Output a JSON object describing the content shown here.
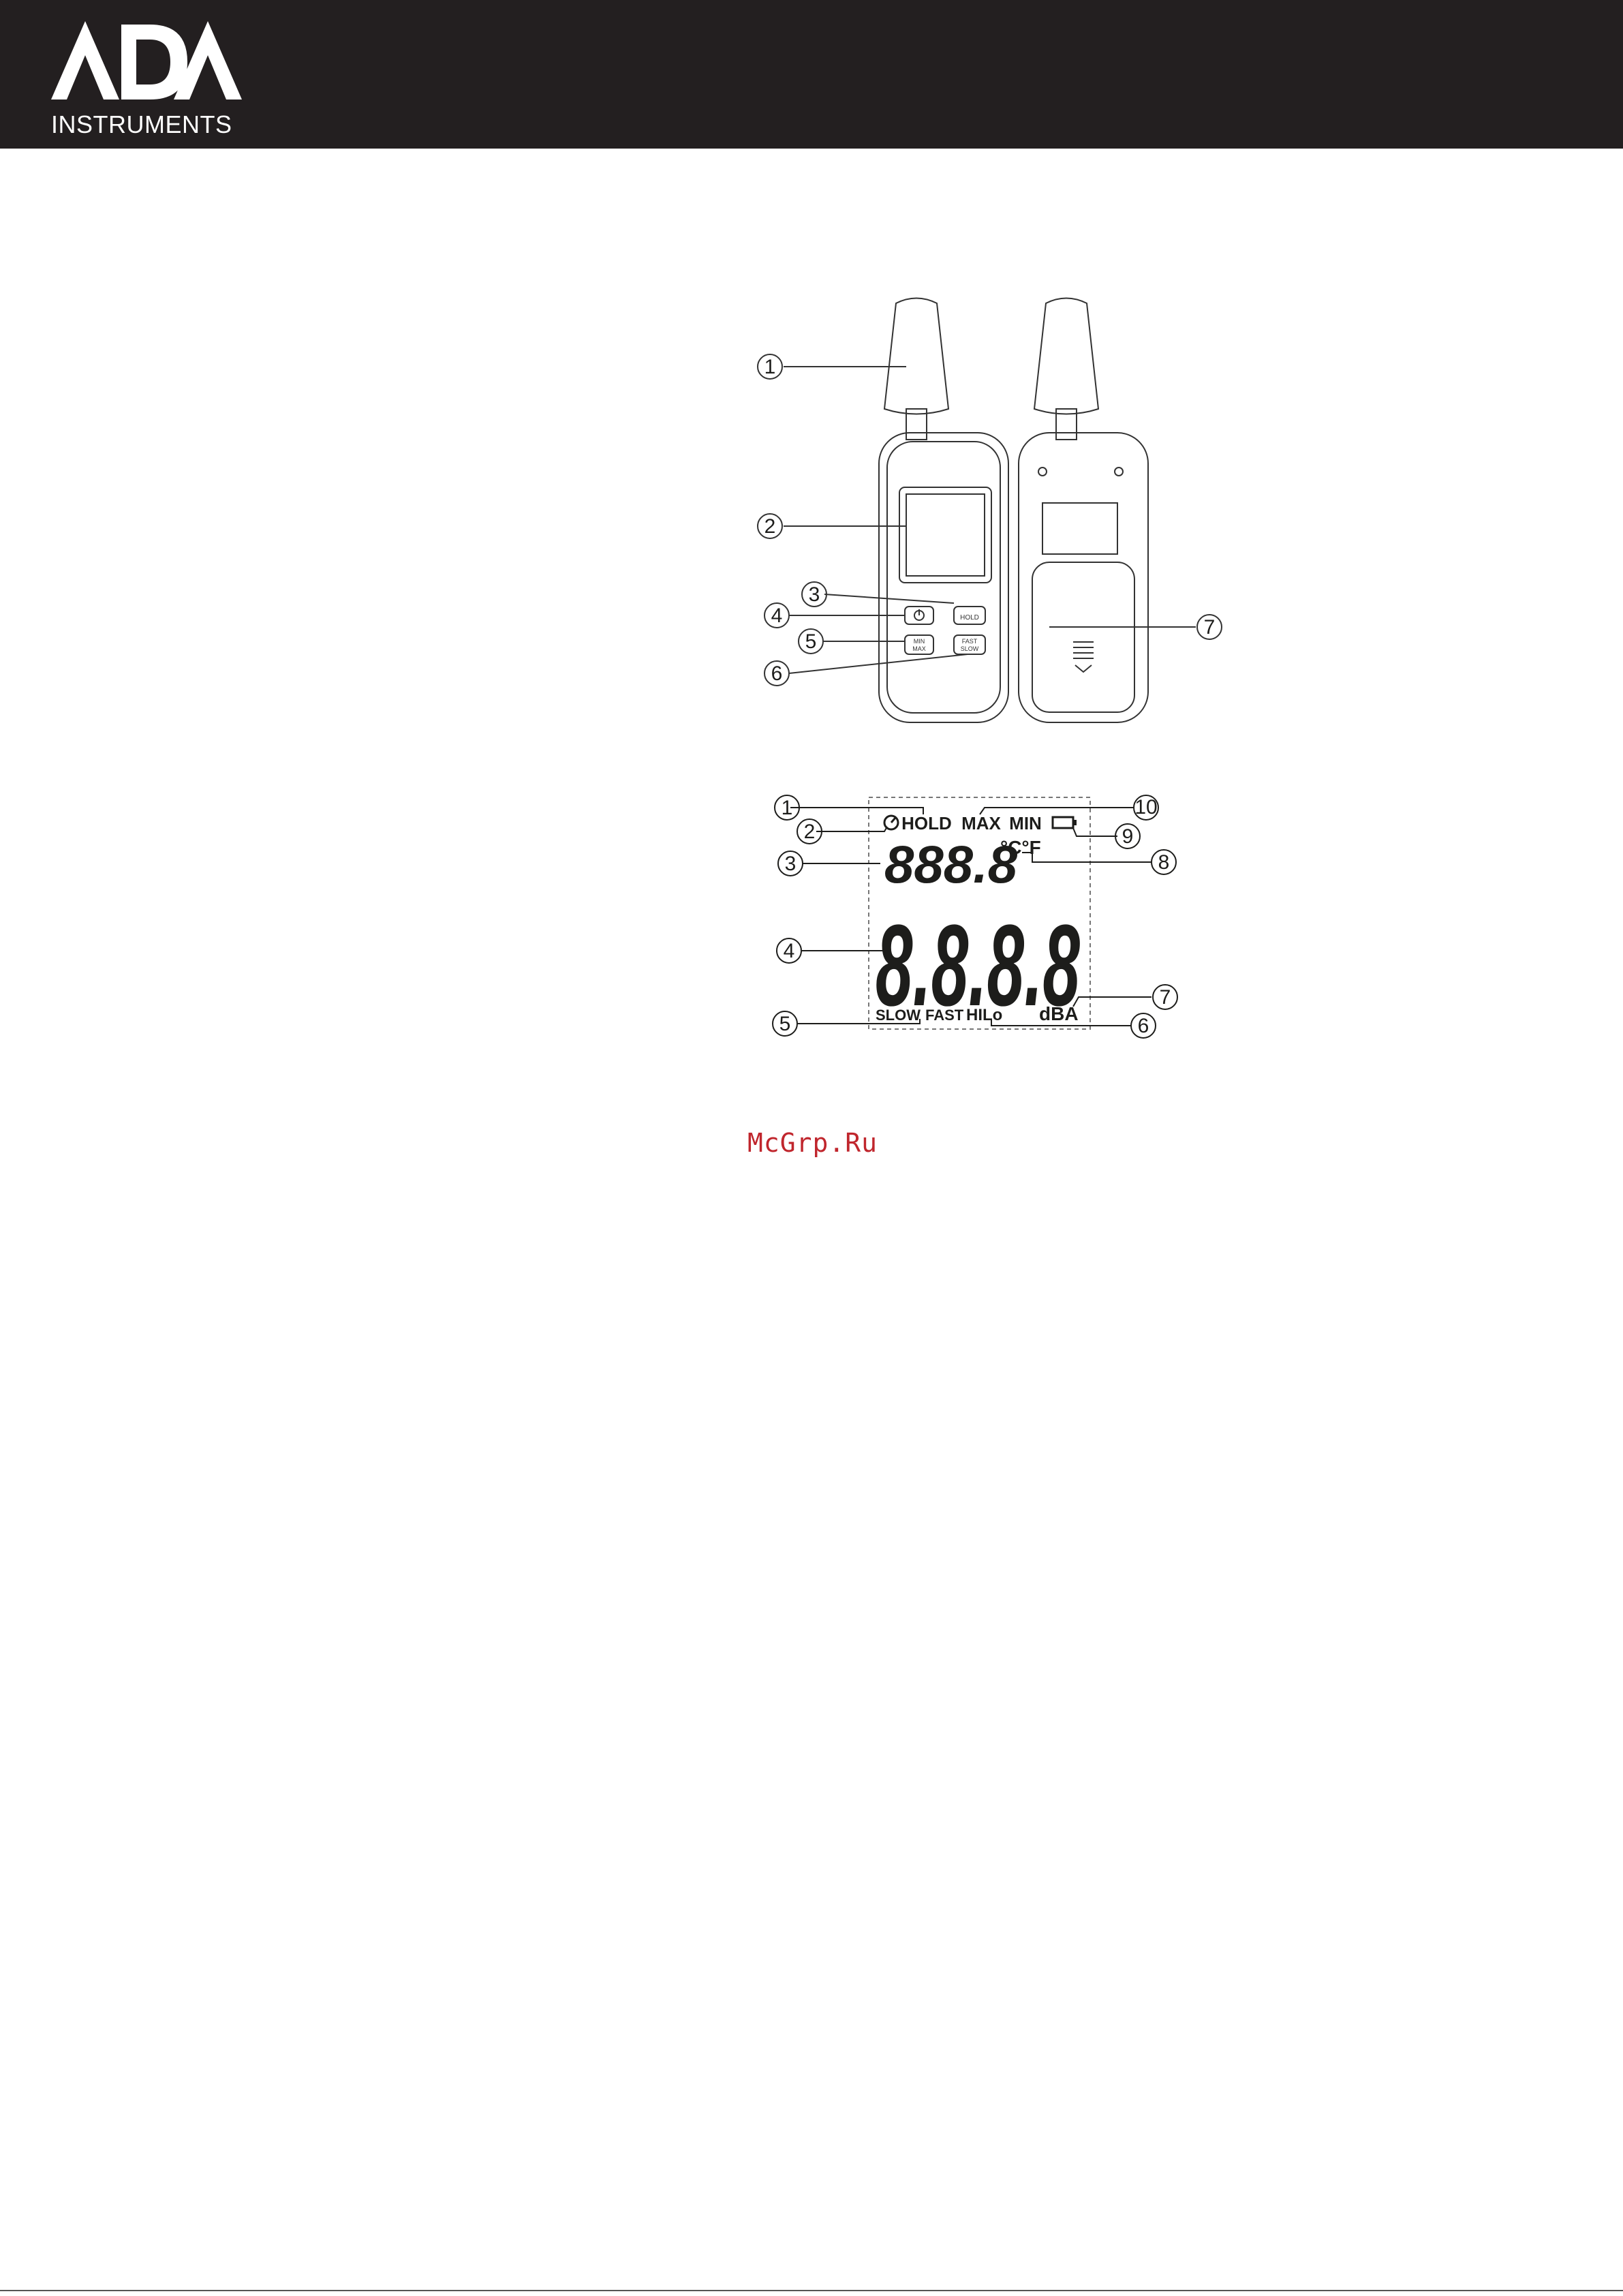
{
  "brand": {
    "logo_text": "ADA",
    "logo_subtitle": "INSTRUMENTS",
    "header_color": "#231f20"
  },
  "device_figure": {
    "callouts": [
      "1",
      "2",
      "3",
      "4",
      "5",
      "6",
      "7"
    ],
    "buttons": {
      "power_icon": "power-icon",
      "hold": "HOLD",
      "min_max": [
        "MIN",
        "MAX"
      ],
      "fast_slow": [
        "FAST",
        "SLOW"
      ]
    }
  },
  "lcd_figure": {
    "callouts": [
      "1",
      "2",
      "3",
      "4",
      "5",
      "6",
      "7",
      "8",
      "9",
      "10"
    ],
    "labels": {
      "hold": "HOLD",
      "max": "MAX",
      "min": "MIN",
      "temp_unit": "°C°F",
      "slow": "SLOW",
      "fast": "FAST",
      "hilo": "HILo",
      "unit": "dBA"
    },
    "small_digits": "888.8",
    "large_digits": "8.8.8.8"
  },
  "watermark": {
    "text": "McGrp.Ru",
    "color": "#c0262d"
  }
}
